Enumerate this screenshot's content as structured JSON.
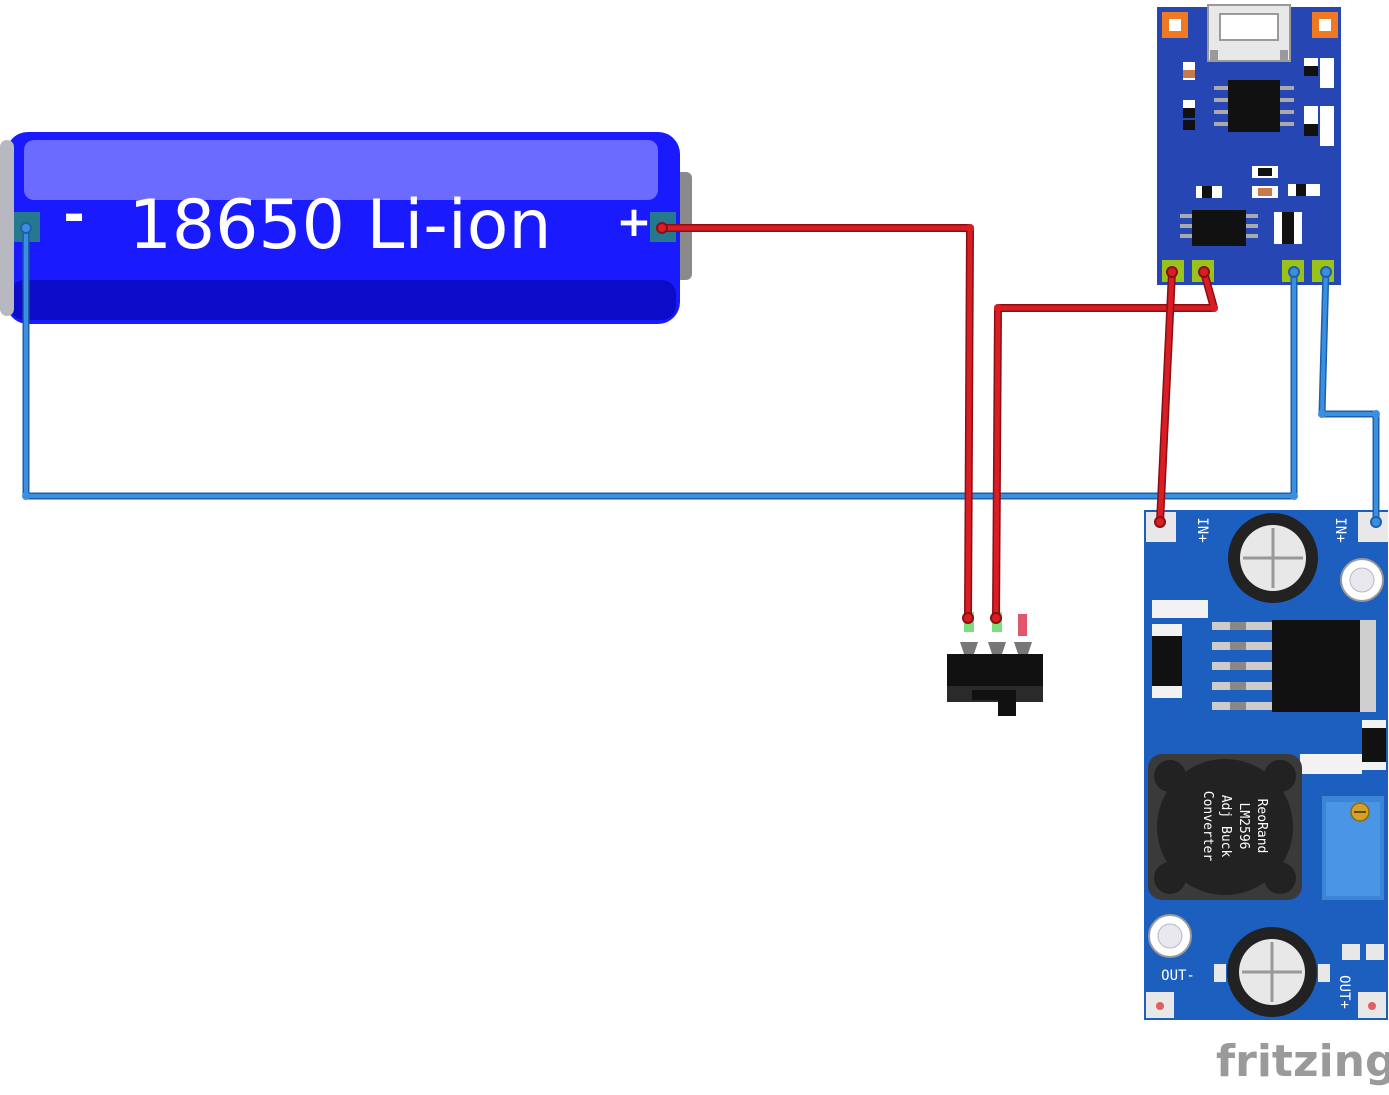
{
  "battery": {
    "label": "18650 Li-ion",
    "minus_symbol": "-",
    "plus_symbol": "+"
  },
  "buck_converter": {
    "chip_text": [
      "ReoRand",
      "LM2596",
      "Adj Buck",
      "Converter"
    ],
    "in_plus_left": "IN+",
    "in_plus_right": "IN+",
    "out_minus": "OUT-",
    "out_plus": "OUT+"
  },
  "brand": {
    "logo_text": "fritzing"
  },
  "colors": {
    "wire_red": "#c8161d",
    "wire_blue": "#2c7bd0",
    "battery_blue": "#1a1aff",
    "board_blue": "#1d5fbf",
    "charger_blue": "#2646b4"
  },
  "icons": {
    "switch": "slide-switch-icon",
    "usb": "micro-usb-icon",
    "capacitor": "capacitor-icon",
    "inductor": "inductor-icon",
    "potentiometer": "trimmer-pot-icon"
  }
}
